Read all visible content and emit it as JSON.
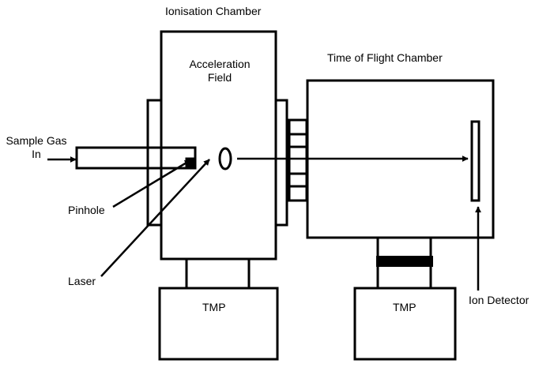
{
  "labels": {
    "ionisation_chamber": "Ionisation Chamber",
    "acceleration_field_line1": "Acceleration",
    "acceleration_field_line2": "Field",
    "tof_chamber": "Time of Flight Chamber",
    "sample_gas_line1": "Sample Gas",
    "sample_gas_line2": "In",
    "pinhole": "Pinhole",
    "laser": "Laser",
    "tmp_left": "TMP",
    "tmp_right": "TMP",
    "ion_detector": "Ion Detector"
  },
  "colors": {
    "line": "#000000",
    "background": "#ffffff"
  }
}
